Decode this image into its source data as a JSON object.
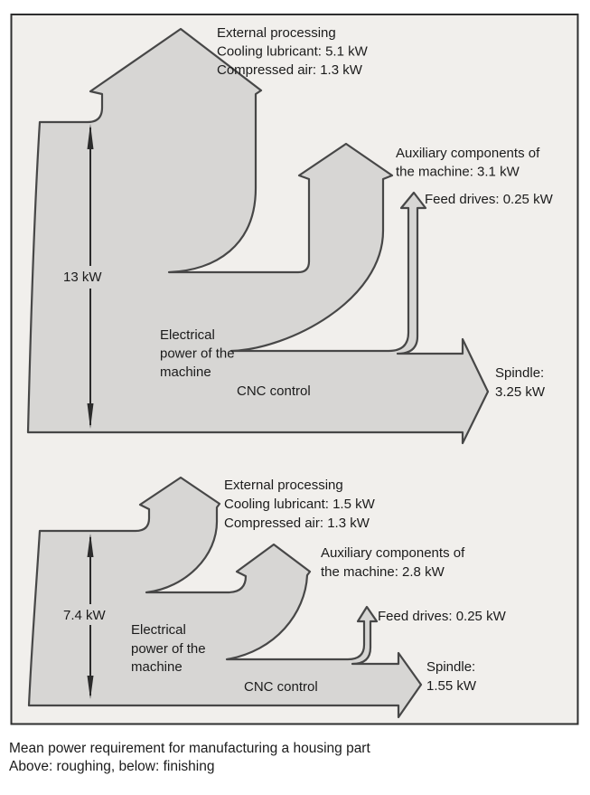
{
  "colors": {
    "page_background": "#ffffff",
    "panel_background": "#f1efec",
    "panel_border": "#2f2f2f",
    "flow_fill": "#d7d6d4",
    "flow_outline": "#474747",
    "dimension_arrow": "#2b2b2b",
    "text": "#1b1b1b"
  },
  "caption": {
    "line1": "Mean power requirement for manufacturing a housing part",
    "line2": "Above: roughing, below: finishing"
  },
  "roughing": {
    "input_total": "13 kW",
    "labels": {
      "external_line1": "External processing",
      "external_line2": "Cooling lubricant: 5.1 kW",
      "external_line3": "Compressed air: 1.3 kW",
      "aux_line1": "Auxiliary components of",
      "aux_line2": "the machine: 3.1 kW",
      "feed": "Feed drives: 0.25 kW",
      "source_line1": "Electrical",
      "source_line2": "power of the",
      "source_line3": "machine",
      "cnc": "CNC control",
      "spindle_line1": "Spindle:",
      "spindle_line2": "3.25 kW"
    },
    "flows_kw": {
      "input": 13,
      "cooling_lubricant": 5.1,
      "compressed_air": 1.3,
      "auxiliary_components": 3.1,
      "feed_drives": 0.25,
      "spindle": 3.25
    }
  },
  "finishing": {
    "input_total": "7.4 kW",
    "labels": {
      "external_line1": "External processing",
      "external_line2": "Cooling lubricant: 1.5 kW",
      "external_line3": "Compressed air: 1.3 kW",
      "aux_line1": "Auxiliary components of",
      "aux_line2": "the machine: 2.8 kW",
      "feed": "Feed drives: 0.25 kW",
      "source_line1": "Electrical",
      "source_line2": "power of the",
      "source_line3": "machine",
      "cnc": "CNC control",
      "spindle_line1": "Spindle:",
      "spindle_line2": "1.55 kW"
    },
    "flows_kw": {
      "input": 7.4,
      "cooling_lubricant": 1.5,
      "compressed_air": 1.3,
      "auxiliary_components": 2.8,
      "feed_drives": 0.25,
      "spindle": 1.55
    }
  }
}
